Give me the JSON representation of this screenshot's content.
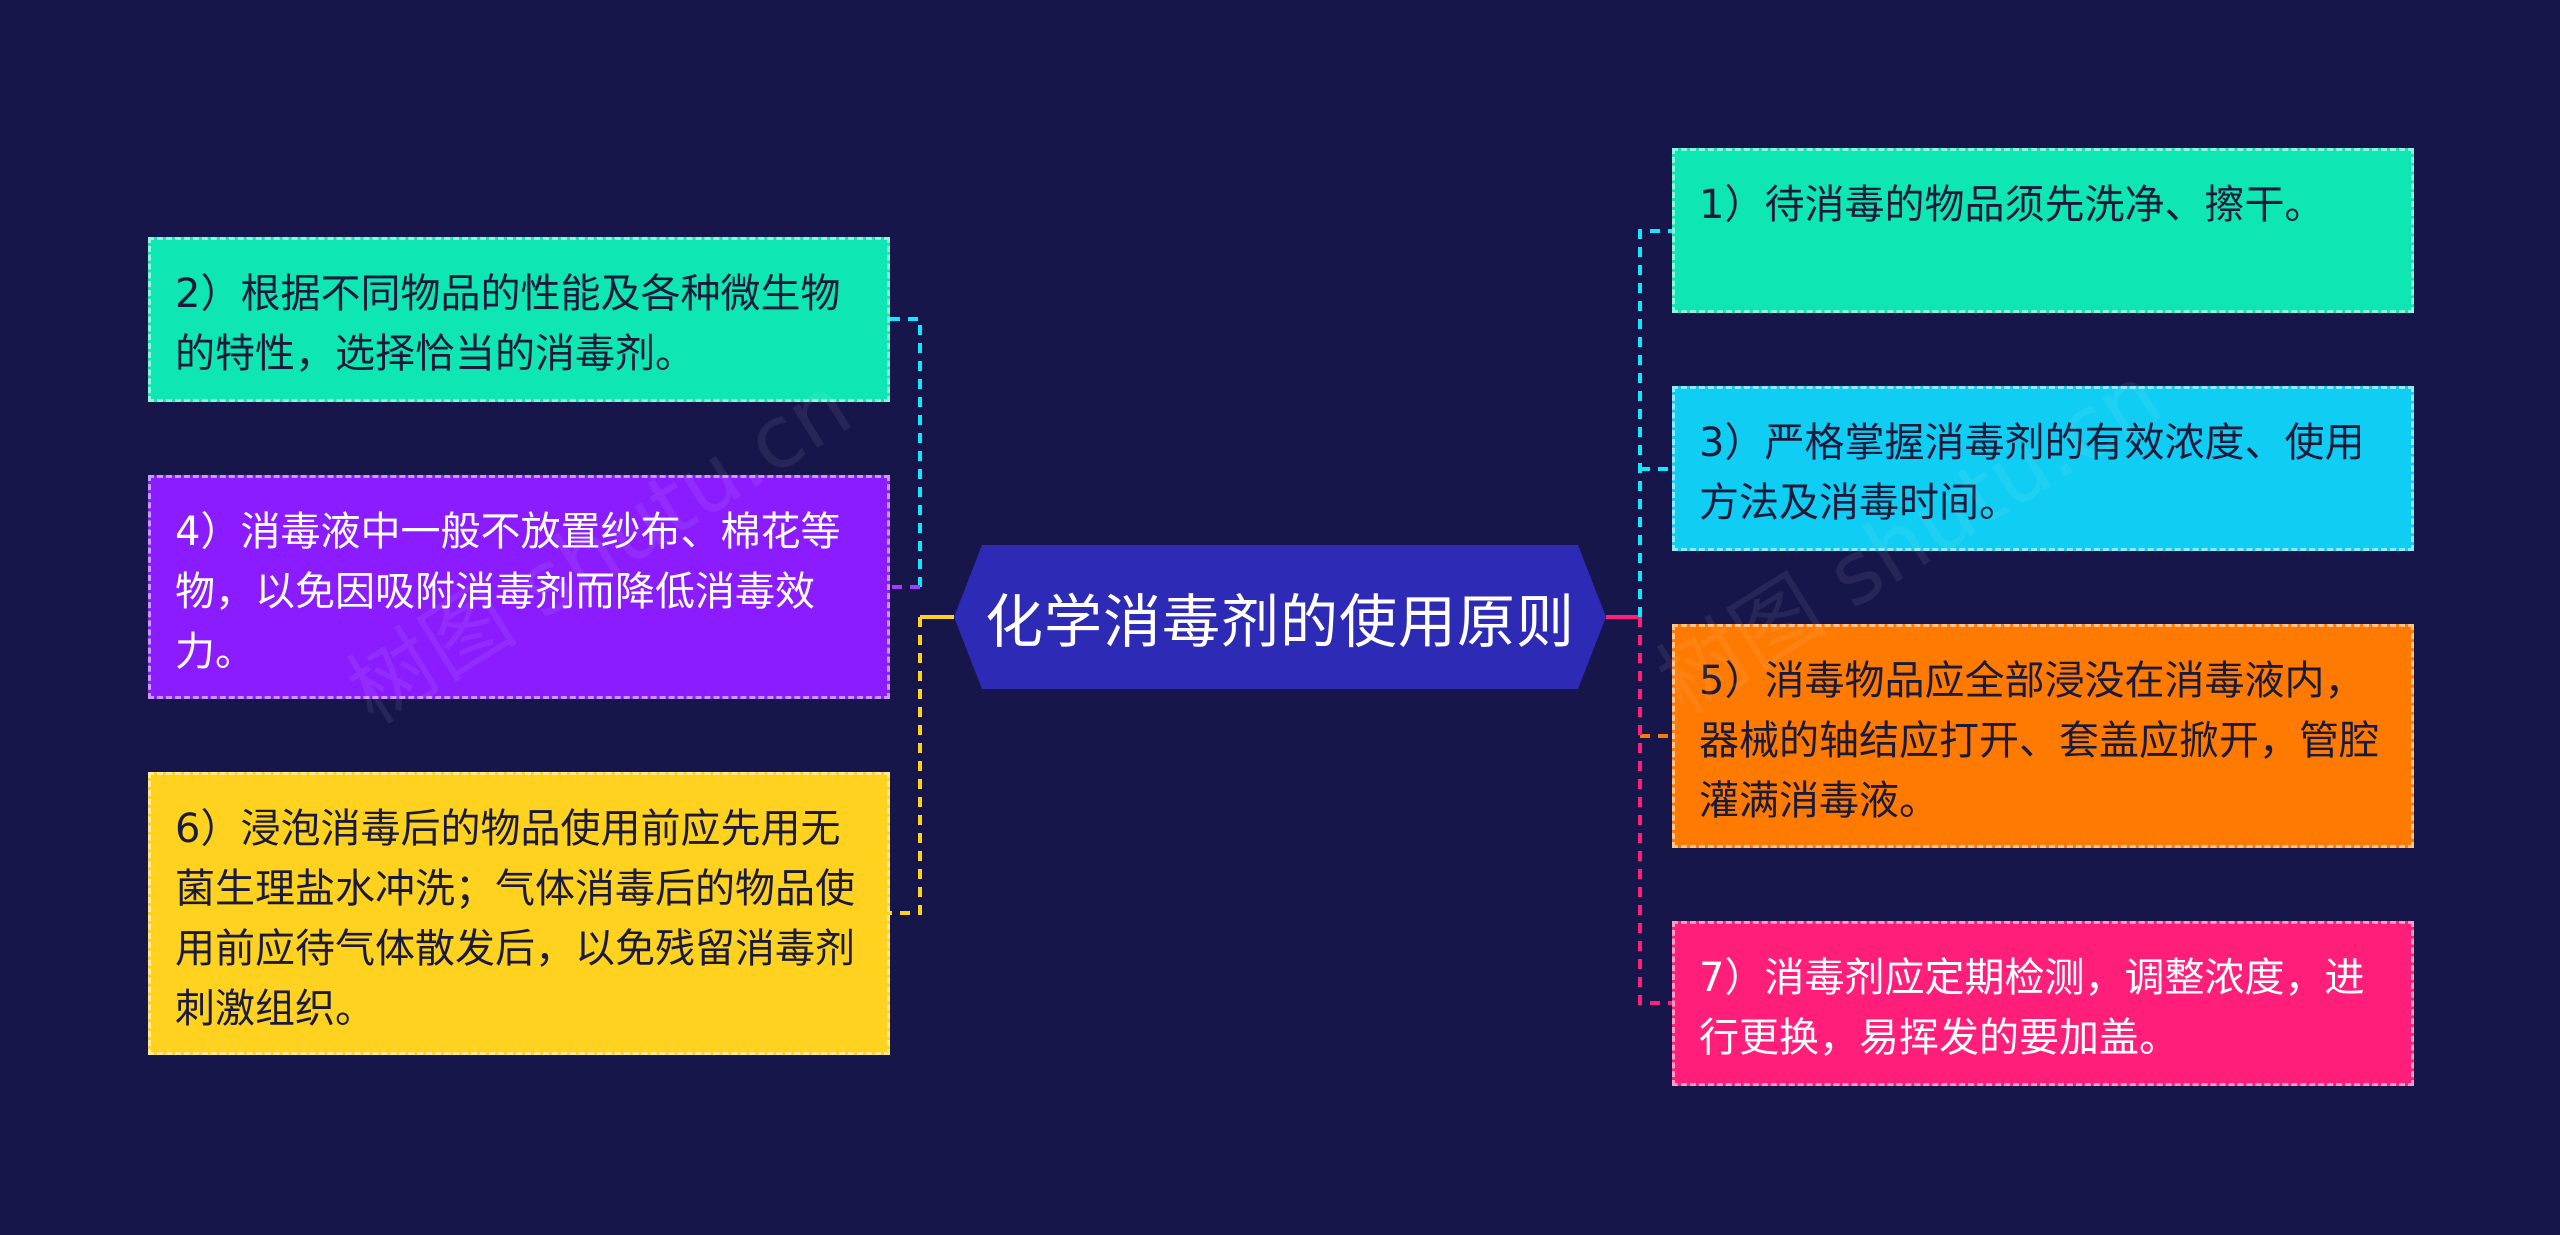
{
  "center": {
    "title": "化学消毒剂的使用原则",
    "color": "#2d2bb5"
  },
  "background_color": "#17164b",
  "branches": {
    "right": [
      {
        "text": "1）待消毒的物品须先洗净、擦干。",
        "bg": "#0ee6b4",
        "fg": "#1a1a3a",
        "line": "#11e8ff"
      },
      {
        "text": "3）严格掌握消毒剂的有效浓度、使用方法及消毒时间。",
        "bg": "#0fcdf3",
        "fg": "#1a1a3a",
        "line": "#11e8ff"
      },
      {
        "text": "5）消毒物品应全部浸没在消毒液内，器械的轴结应打开、套盖应掀开，管腔灌满消毒液。",
        "bg": "#ff7a00",
        "fg": "#1a1a3a",
        "line": "#ff7a00"
      },
      {
        "text": "7）消毒剂应定期检测，调整浓度，进行更换，易挥发的要加盖。",
        "bg": "#ff1f7b",
        "fg": "#ffffff",
        "line": "#ff1f7b"
      }
    ],
    "left": [
      {
        "text": "2）根据不同物品的性能及各种微生物的特性，选择恰当的消毒剂。",
        "bg": "#0ee6b4",
        "fg": "#1a1a3a",
        "line": "#11e8ff"
      },
      {
        "text": "4）消毒液中一般不放置纱布、棉花等物，以免因吸附消毒剂而降低消毒效力。",
        "bg": "#8a1cff",
        "fg": "#ffffff",
        "line": "#a43bff"
      },
      {
        "text": "6）浸泡消毒后的物品使用前应先用无菌生理盐水冲洗；气体消毒后的物品使用前应待气体散发后，以免残留消毒剂刺激组织。",
        "bg": "#ffd21f",
        "fg": "#1a1a3a",
        "line": "#ffd21f"
      }
    ]
  },
  "watermark": {
    "left": "树图 shutu.cn",
    "right": "树图 shutu.cn"
  }
}
